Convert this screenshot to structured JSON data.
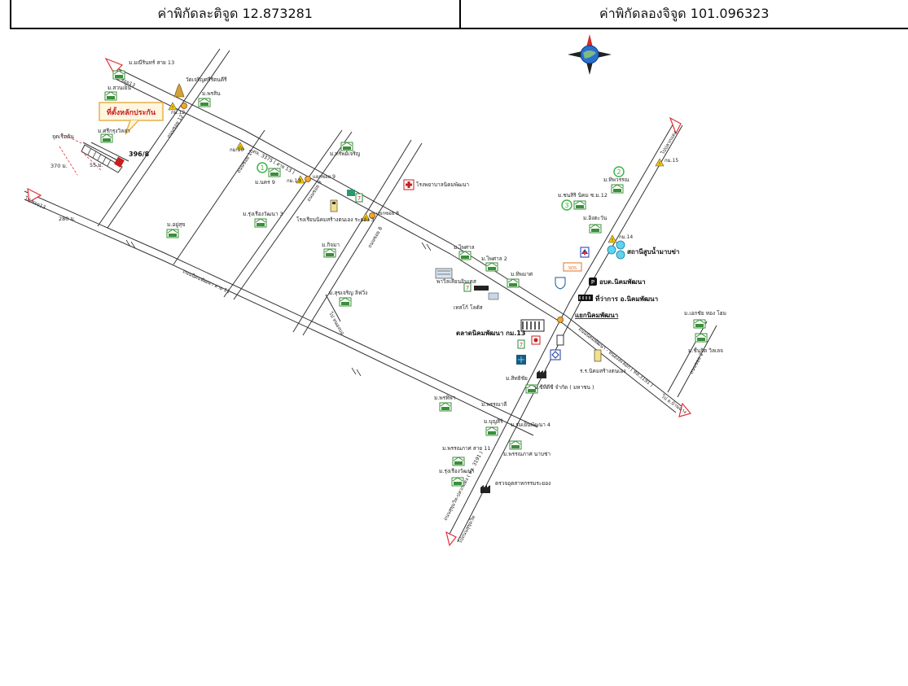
{
  "header": {
    "latitude": "ค่าพิกัดละติจูด 12.873281",
    "longitude": "ค่าพิกัดลองจิจูด 101.096323"
  },
  "callout": "ที่ตั้งหลักประกัน",
  "dimensions": {
    "d370": "370 ม.",
    "d55": "55 ม.",
    "d280": "280 ม.",
    "lot": "396/8",
    "start": "จุดเริ่มต้น"
  },
  "roads": {
    "hwy3375": "ทล. 3375 ( สาย 13 )",
    "main_road": "ถนนนิคมพัฒนา",
    "main_road_11": "ถนนนิคมพัฒนา สาย 11",
    "main_road_se": "ถนนนิคมพัฒนา - หนองละลอก ( ทล.3191 )",
    "sukhumvit": "ถนนสุขุมวิท-ปลวกแดง ( ทล. 3191 )",
    "soi_12": "ถนนซอย 12",
    "soi_10": "ถนนซอย 10",
    "soi_9": "ถนนซอย 9",
    "soi_8": "ถนนซอย 8",
    "soi_2": "ถนนซอย 2"
  },
  "directions": {
    "to_soi13_top": "ไป ซอย13",
    "to_soi13_left": "ไป ซอย13",
    "to_plaeng": "ไปปลวกแดง",
    "to_banchang": "ไป อ.บ้านฉาง",
    "to_sukhumvit": "ไปถนนสุขุมวิท",
    "to_borwin": "ไป หนองบอ"
  },
  "junctions": {
    "soi9": "แยกซอย 9",
    "soi8": "แยกซอย 8",
    "nikhom": "แยกนิคมพัฒนา"
  },
  "places": [
    {
      "label": "ม.ทรัพย์เจริญ",
      "icon": "house-icon"
    },
    {
      "label": "ม.ศรีกรุงวิลล่า",
      "icon": "house-icon"
    },
    {
      "label": "ม.พรสิน",
      "icon": "house-icon"
    },
    {
      "label": "ม.นคร 9",
      "icon": "house-icon"
    },
    {
      "label": "ม.ไพศาล",
      "icon": "house-icon"
    },
    {
      "label": "ม.ไพศาล 2",
      "icon": "house-icon"
    },
    {
      "label": "ม.ทิพมาศ",
      "icon": "house-icon"
    },
    {
      "label": "ม.อยู่สุข",
      "icon": "house-icon"
    },
    {
      "label": "ม.รุ่งเรืองวัฒนา 3",
      "icon": "house-icon"
    },
    {
      "label": "ม.กิจมา",
      "icon": "house-icon"
    },
    {
      "label": "ม.สุขเจริญ ลิฟวิ่ง",
      "icon": "house-icon"
    },
    {
      "label": "ม.พรทิพา",
      "icon": "house-icon"
    },
    {
      "label": "ม.ชนสิริ นิคม ซ.ม.12",
      "icon": "house-icon"
    },
    {
      "label": "ม.ทิพวรรณ",
      "icon": "house-icon"
    },
    {
      "label": "ม.อิงตะวัน",
      "icon": "house-icon"
    },
    {
      "label": "ม.สิทธิชัย",
      "icon": "house-icon"
    },
    {
      "label": "ม.บุญสิริ",
      "icon": "house-icon"
    },
    {
      "label": "ม.ร่มเย็นพัฒนา 4",
      "icon": "house-icon"
    },
    {
      "label": "ม.พรรณาลี",
      "icon": "house-icon"
    },
    {
      "label": "ม.พรรณภาศ สาย 11",
      "icon": "house-icon"
    },
    {
      "label": "ม.รุ่งเรืองวัฒนา",
      "icon": "house-icon"
    },
    {
      "label": "ม.พรรณภาศ นาบช่า",
      "icon": "house-icon"
    },
    {
      "label": "ม.เอกชัย ทอง โฮม",
      "icon": "house-icon"
    },
    {
      "label": "ม.ชื่นจิต วิลเลจ",
      "icon": "house-icon"
    },
    {
      "label": "ม.มณีรินทร์ สาย 13",
      "icon": "house-icon"
    },
    {
      "label": "ม.สวนเย็น",
      "icon": "house-icon"
    }
  ],
  "landmarks": {
    "temple": "วัดเจริญศรีรัตนคีรี",
    "hospital": "โรงพยาบาลนิคมพัฒนา",
    "school": "โรงเรียนนิคมสร้างตนเอง ระยอง 3",
    "market": "ตลาดนิคมพัฒนา กม.13",
    "subdistrict_office": "อบต.นิคมพัฒนา",
    "district_office": "ที่ว่าการ อ.นิคมพัฒนา",
    "pumping_station": "สถานีสูบน้ำมาบข่า",
    "nikhom_school": "ร.ร.นิคมสร้างตนเอง",
    "factory1": "บ.ซีทีดีซี จำกัด ( มหาชน )",
    "factory2": "ตรวจอุตสาหกรรมระยอง",
    "homepro": "พาวิลเลียนอินเดส",
    "tesco": "เทสโก้ โลตัส",
    "shop_7": "เซเว่น",
    "gas": "ปตท.",
    "bank_label": "ธนาคาร",
    "police": "สภ.",
    "km_14": "กม.14",
    "km_15": "กม.15",
    "km_13": "กม.13",
    "km_12": "กม.12",
    "km_10": "กม.10",
    "marker1": "1",
    "marker2": "2",
    "marker3": "3"
  },
  "colors": {
    "road": "#333333",
    "arrow_red": "#e0303a",
    "callout_border": "#e8b04a",
    "callout_bg": "#fff6df",
    "house_green": "#3a8f3a",
    "marker_green": "#3db34a",
    "warning_yellow": "#f5c800"
  }
}
